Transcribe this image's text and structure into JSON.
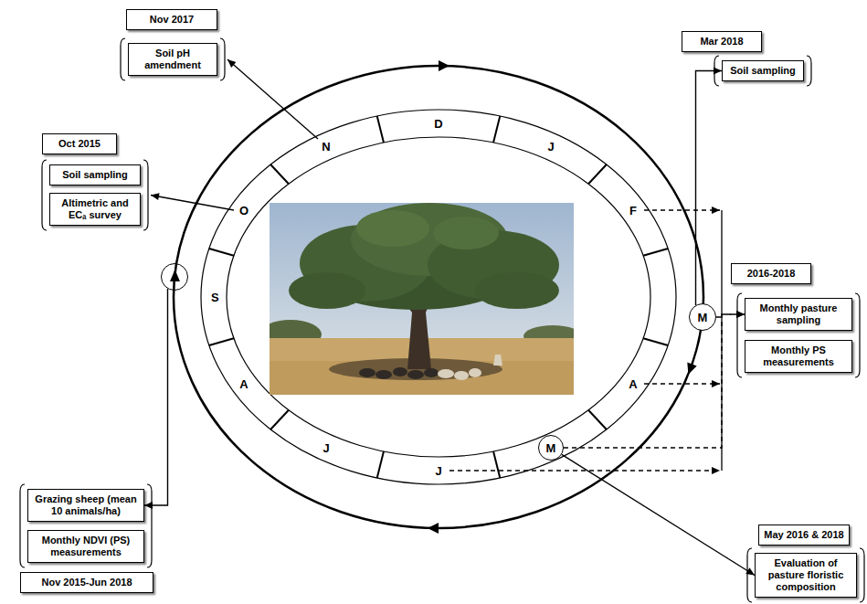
{
  "diagram": {
    "nodes": [
      {
        "text": [
          "Nov 2017"
        ]
      },
      {
        "text": [
          "Soil pH amendment"
        ]
      },
      {
        "text": [
          "Oct 2015"
        ]
      },
      {
        "text": [
          "Soil sampling"
        ]
      },
      {
        "text": [
          "Altimetric and ECₐ survey"
        ]
      },
      {
        "text": [
          "Mar 2018"
        ]
      },
      {
        "text": [
          "Soil sampling"
        ]
      },
      {
        "text": [
          "2016-2018"
        ]
      },
      {
        "text": [
          "Monthly pasture sampling"
        ]
      },
      {
        "text": [
          "Monthly PS measurements"
        ]
      },
      {
        "text": [
          "Grazing sheep (mean 10 animals/ha)"
        ]
      },
      {
        "text": [
          "Monthly NDVI (PS) measurements"
        ]
      },
      {
        "text": [
          "Nov 2015-Jun 2018"
        ]
      },
      {
        "text": [
          "May 2016 & 2018"
        ]
      },
      {
        "text": [
          "Evaluation of pasture floristic composition"
        ]
      },
      {
        "text": [
          "S"
        ]
      },
      {
        "text": [
          "M"
        ]
      },
      {
        "text": [
          "M"
        ]
      }
    ],
    "edges": [
      {
        "from": 16,
        "to": 6,
        "arrow": "to"
      },
      {
        "from": 16,
        "to": 8,
        "arrow": "to"
      },
      {
        "from": 17,
        "to": 8,
        "arrow": "to"
      },
      {
        "from": 17,
        "to": 14,
        "arrow": "to"
      },
      {
        "from": 15,
        "to": 10,
        "arrow": "to"
      }
    ],
    "labels": [
      "D",
      "J",
      "F",
      "A",
      "J",
      "J",
      "A",
      "O",
      "N"
    ]
  }
}
